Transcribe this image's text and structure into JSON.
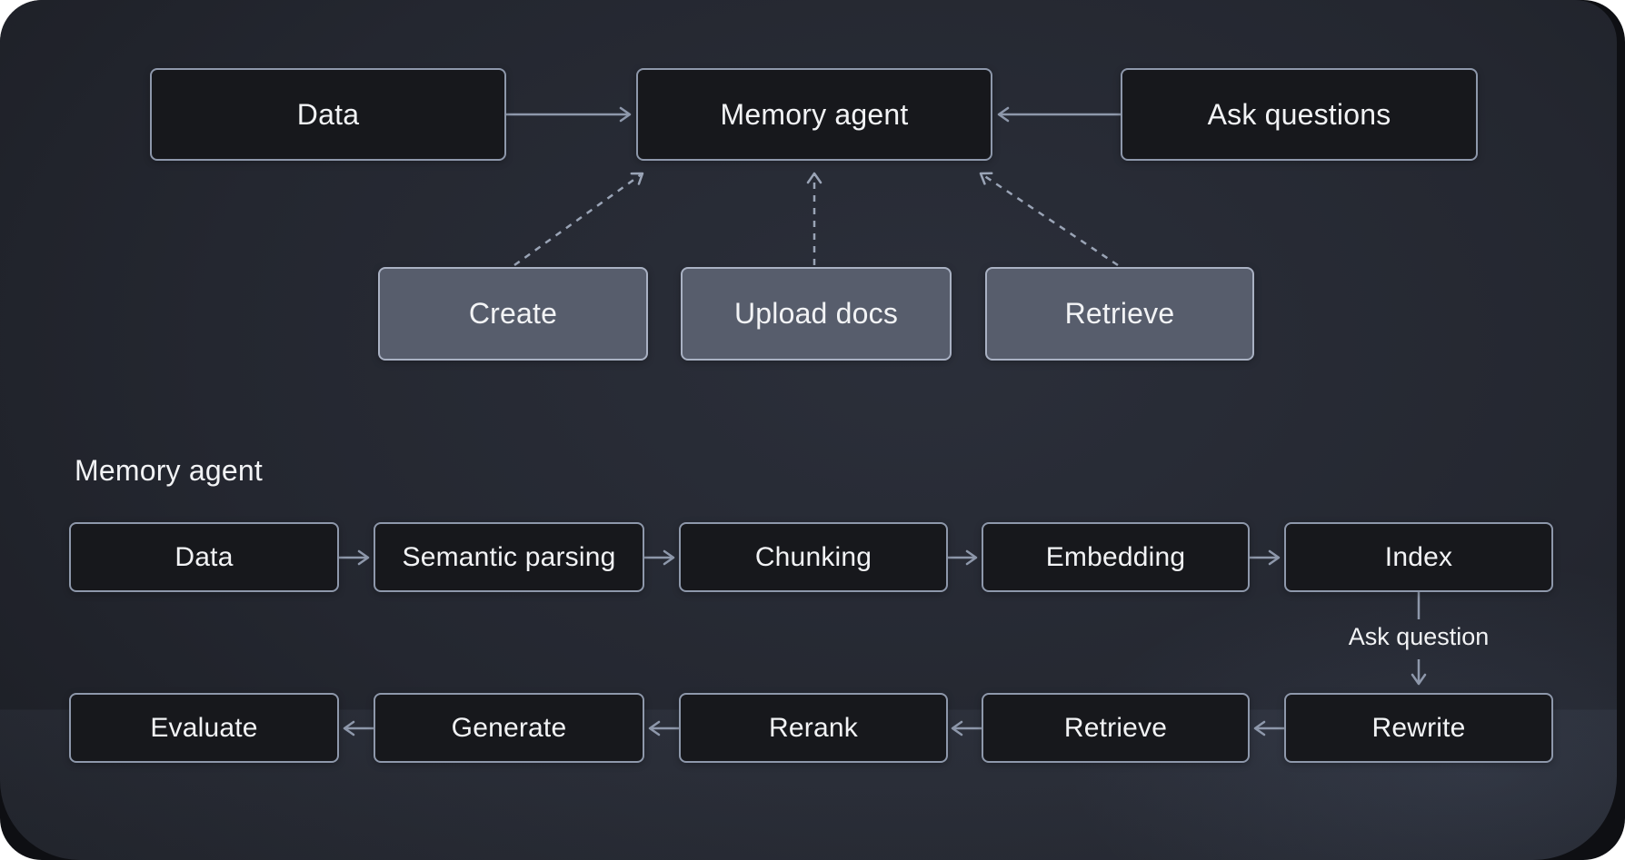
{
  "overview": {
    "nodes": {
      "data": "Data",
      "memory_agent": "Memory agent",
      "ask_questions": "Ask questions"
    },
    "actions": {
      "create": "Create",
      "upload_docs": "Upload docs",
      "retrieve": "Retrieve"
    }
  },
  "detail": {
    "section_title": "Memory agent",
    "ingest_steps": [
      "Data",
      "Semantic parsing",
      "Chunking",
      "Embedding",
      "Index"
    ],
    "connector_label": "Ask question",
    "answer_steps": [
      "Evaluate",
      "Generate",
      "Rerank",
      "Retrieve",
      "Rewrite"
    ]
  },
  "colors": {
    "node_fill": "#17181c",
    "node_border": "#8e98ab",
    "action_fill": "#575d6c",
    "action_border": "#a9b1c3",
    "arrow_solid": "#8e98ab",
    "arrow_dashed": "#9aa4b6",
    "text": "#f2f3f5",
    "panel_background": "#242730",
    "frame_background": "#0e0f13"
  }
}
